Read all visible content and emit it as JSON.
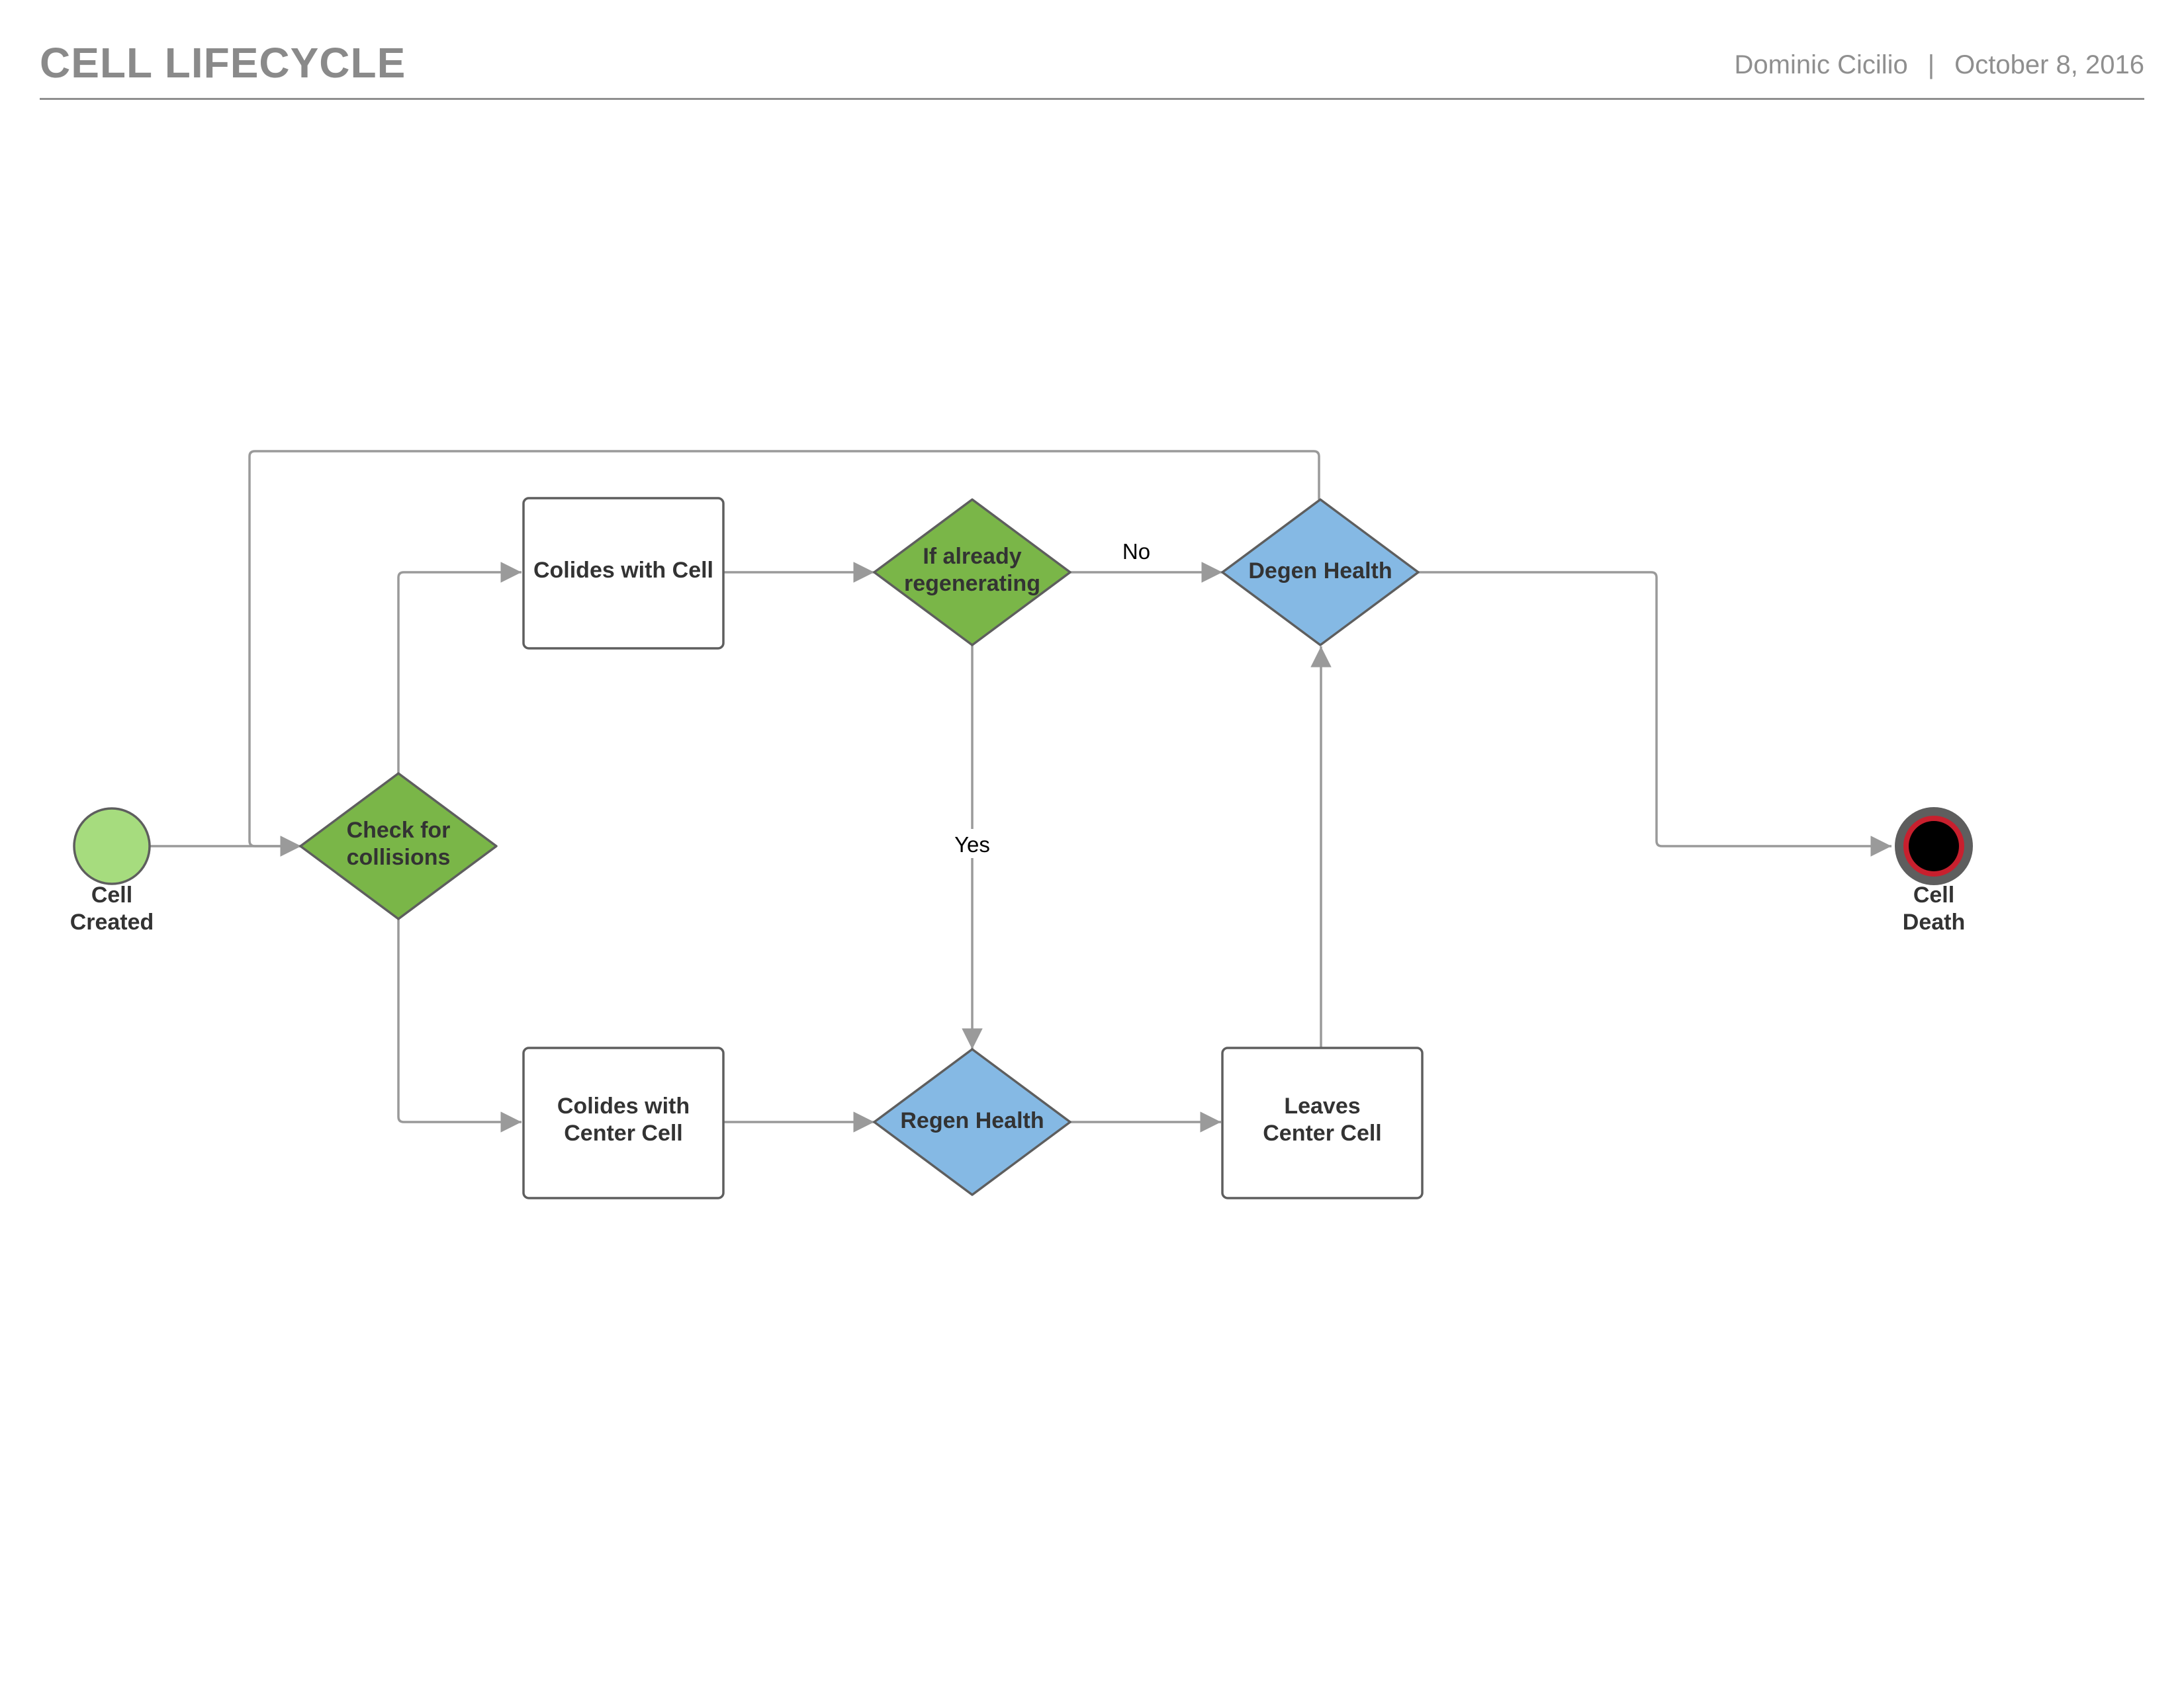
{
  "header": {
    "title": "CELL LIFECYCLE",
    "author": "Dominic Cicilio",
    "separator": "|",
    "date": "October 8, 2016"
  },
  "nodes": {
    "cell_created": {
      "line1": "Cell",
      "line2": "Created"
    },
    "check_collisions": {
      "line1": "Check for",
      "line2": "collisions"
    },
    "colides_cell": {
      "line1": "Colides with Cell"
    },
    "colides_center": {
      "line1": "Colides with",
      "line2": "Center Cell"
    },
    "already_regen": {
      "line1": "If already",
      "line2": "regenerating"
    },
    "degen_health": {
      "line1": "Degen Health"
    },
    "regen_health": {
      "line1": "Regen Health"
    },
    "leaves_center": {
      "line1": "Leaves",
      "line2": "Center Cell"
    },
    "cell_death": {
      "line1": "Cell",
      "line2": "Death"
    }
  },
  "edges": {
    "no_label": "No",
    "yes_label": "Yes"
  },
  "colors": {
    "start_fill": "#a6dc7e",
    "green_diamond": "#7ab648",
    "blue_diamond": "#85b9e4",
    "box_fill": "#ffffff",
    "outline": "#5e5e5e",
    "connector": "#9a9a9a",
    "end_ring": "#c8202e"
  }
}
